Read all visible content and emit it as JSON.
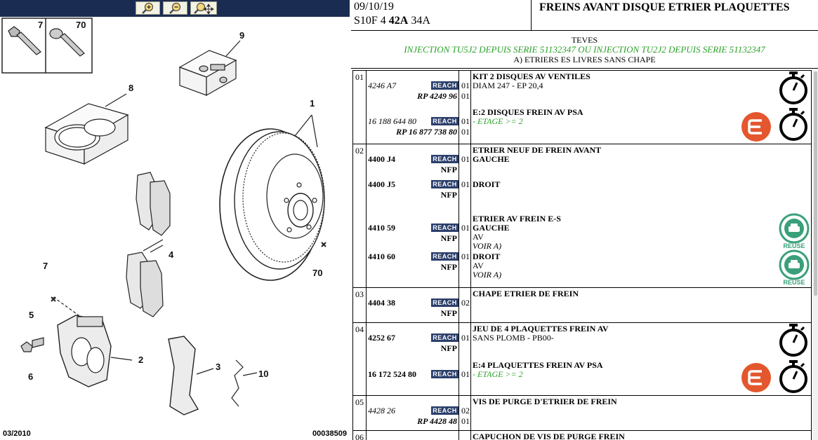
{
  "toolbar": {
    "zoom_in_icon": "zoom-in-icon",
    "zoom_out_icon": "zoom-out-icon",
    "zoom_pan_icon": "zoom-pan-icon"
  },
  "diagram": {
    "callouts": [
      "1",
      "2",
      "3",
      "4",
      "5",
      "6",
      "7",
      "7",
      "8",
      "9",
      "10",
      "70",
      "70"
    ],
    "date": "03/2010",
    "ref": "00038509"
  },
  "header": {
    "date": "09/10/19",
    "code_a": "S10F 4 ",
    "code_b": "42A",
    "code_c": " 34A",
    "title": "FREINS AVANT DISQUE ETRIER PLAQUETTES"
  },
  "info": {
    "brand": "TEVES",
    "condition": "INJECTION TU5J2 DEPUIS SERIE 51132347 OU INJECTION TU2J2 DEPUIS SERIE 51132347",
    "note": "A) ETRIERS ES LIVRES SANS CHAPE"
  },
  "reach_label": "REACH",
  "groups": [
    {
      "num": "01",
      "items": [
        {
          "ref": "4246 A7",
          "rp": "RP 4249 96",
          "qty1": "01",
          "qty2": "01",
          "desc": [
            "KIT 2 DISQUES AV VENTILES",
            "DIAM 247 - EP 20,4"
          ]
        },
        {
          "ref": "16 188 644 80",
          "rp": "RP 16 877 738 80",
          "qty1": "01",
          "qty2": "01",
          "desc": [
            "E:2 DISQUES FREIN AV PSA",
            "- ETAGE >= 2"
          ]
        }
      ]
    },
    {
      "num": "02",
      "items": [
        {
          "ref": "4400 J4",
          "rp": "NFP",
          "qty1": "01",
          "desc": [
            "ETRIER NEUF DE FREIN AVANT",
            "GAUCHE"
          ]
        },
        {
          "ref": "4400 J5",
          "rp": "NFP",
          "qty1": "01",
          "desc": [
            "DROIT"
          ]
        },
        {
          "ref": "4410 59",
          "rp": "NFP",
          "qty1": "01",
          "desc": [
            "ETRIER AV FREIN E-S",
            "GAUCHE",
            "AV",
            "VOIR A)"
          ]
        },
        {
          "ref": "4410 60",
          "rp": "NFP",
          "qty1": "01",
          "desc": [
            "DROIT",
            "AV",
            "VOIR A)"
          ]
        }
      ]
    },
    {
      "num": "03",
      "items": [
        {
          "ref": "4404 38",
          "rp": "NFP",
          "qty1": "02",
          "desc": [
            "CHAPE ETRIER DE FREIN"
          ]
        }
      ]
    },
    {
      "num": "04",
      "items": [
        {
          "ref": "4252 67",
          "rp": "NFP",
          "qty1": "01",
          "desc": [
            "JEU DE 4 PLAQUETTES FREIN AV",
            "SANS PLOMB - PB00-"
          ]
        },
        {
          "ref": "16 172 524 80",
          "qty1": "01",
          "desc": [
            "E:4 PLAQUETTES FREIN AV PSA",
            "- ETAGE >= 2"
          ]
        }
      ]
    },
    {
      "num": "05",
      "items": [
        {
          "ref": "4428 26",
          "rp": "RP 4428 48",
          "qty1": "02",
          "qty2": "01",
          "desc": [
            "VIS DE PURGE D'ETRIER DE FREIN"
          ]
        }
      ]
    },
    {
      "num": "06",
      "items": [
        {
          "desc": [
            "CAPUCHON DE VIS DE PURGE FREIN"
          ]
        }
      ]
    }
  ],
  "icons": {
    "timer": "stopwatch-icon",
    "eurorepar": "eurorepar-logo-icon",
    "reuse": "reuse-icon",
    "reuse_label": "REUSE"
  },
  "colors": {
    "toolbar": "#1b2c52",
    "reach_badge": "#2b3f6c",
    "green_text": "#2aa12a",
    "eurorepar": "#e4572e",
    "reuse": "#3aa07a"
  }
}
